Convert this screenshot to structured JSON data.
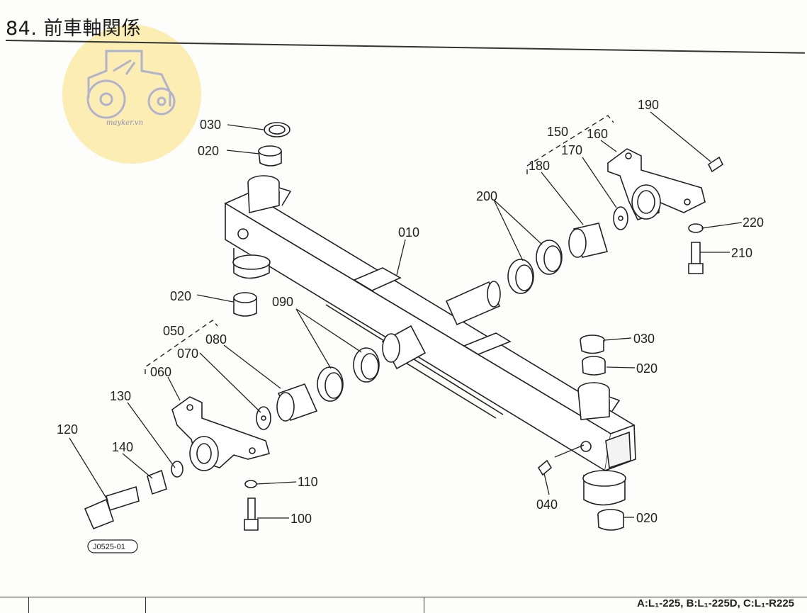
{
  "title": "84. 前車軸関係",
  "watermark_text": "mayker.vn",
  "footer_models": "A:L₁-225, B:L₁-225D, C:L₁-R225",
  "drawing_code": "J0525-01",
  "part_labels": {
    "p030a": "030",
    "p020a": "020",
    "p020b": "020",
    "p050": "050",
    "p060": "060",
    "p070": "070",
    "p080": "080",
    "p090": "090",
    "p010": "010",
    "p200": "200",
    "p180": "180",
    "p150": "150",
    "p160": "160",
    "p170": "170",
    "p190": "190",
    "p220": "220",
    "p210": "210",
    "p030b": "030",
    "p020c": "020",
    "p020d": "020",
    "p040": "040",
    "p130": "130",
    "p140": "140",
    "p120": "120",
    "p110": "110",
    "p100": "100"
  }
}
